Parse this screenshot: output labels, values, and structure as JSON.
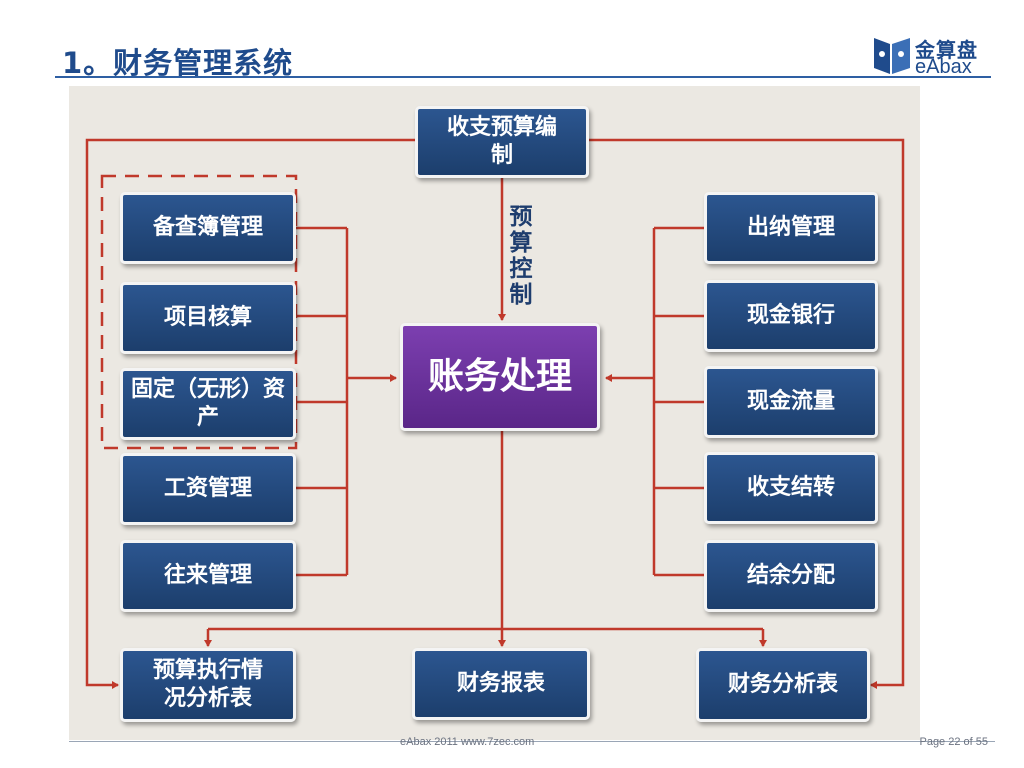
{
  "slide": {
    "title": "1。财务管理系统",
    "logo_cn": "金算盘",
    "logo_en": "eAbax",
    "footer_text": "eAbax 2011 www.7zec.com",
    "page_label": "Page 22 of 55"
  },
  "diagram": {
    "center": "账务处理",
    "top": "收支预算编制",
    "control_label": "预算控制",
    "left_boxes": [
      "备查簿管理",
      "项目核算",
      "固定（无形）资产",
      "工资管理",
      "往来管理"
    ],
    "right_boxes": [
      "出纳管理",
      "现金银行",
      "现金流量",
      "收支结转",
      "结余分配"
    ],
    "bottom_boxes": [
      "预算执行情况分析表",
      "财务报表",
      "财务分析表"
    ]
  },
  "colors": {
    "title": "#1f4b8c",
    "box": "#234a7e",
    "center": "#6b2f9e",
    "arrow": "#c0392b",
    "panel": "#ebe8e2"
  }
}
